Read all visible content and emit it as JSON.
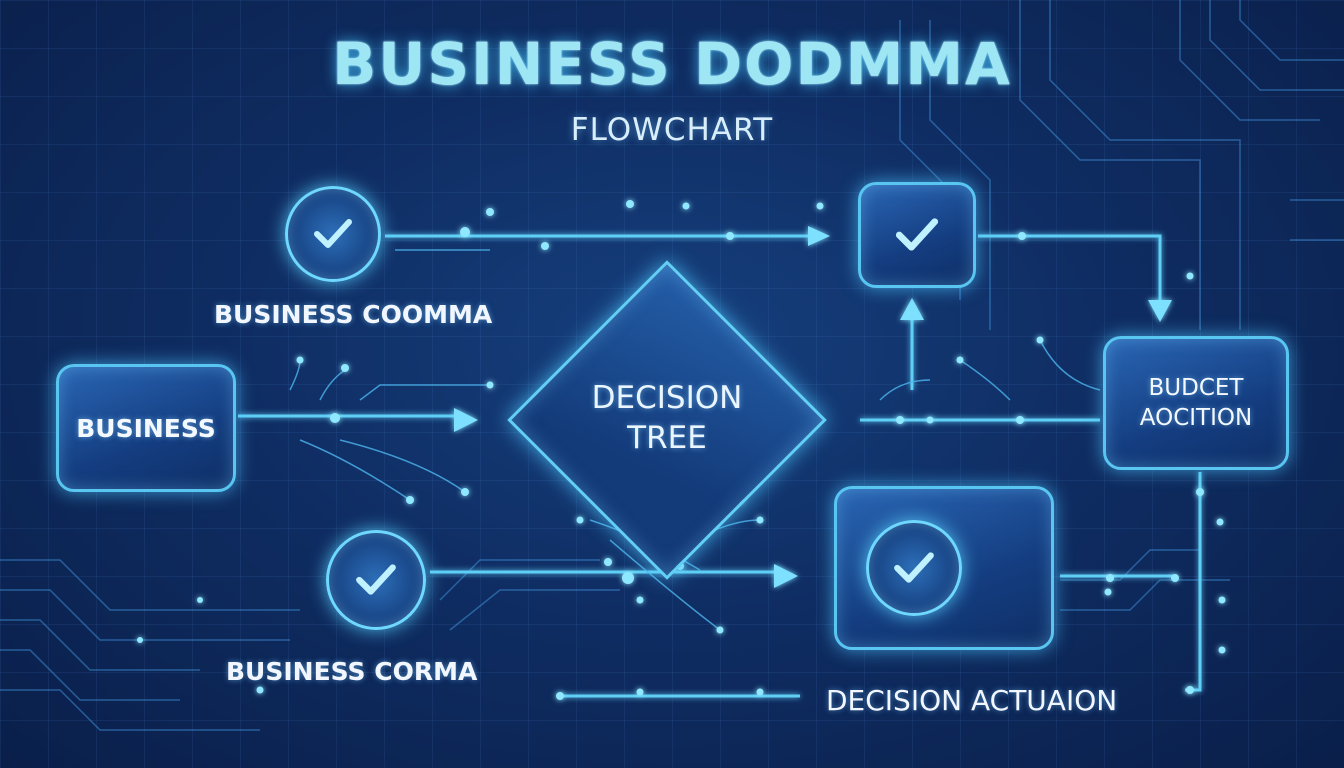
{
  "header": {
    "title": "BUSINESS DODMMA",
    "subtitle": "FLOWCHART"
  },
  "nodes": {
    "business_coomma": {
      "label": "BUSINESS COOMMA",
      "icon": "checkmark-icon"
    },
    "business": {
      "label": "BUSINESS"
    },
    "business_corma": {
      "label": "BUSINESS CORMA",
      "icon": "checkmark-icon"
    },
    "decision_tree": {
      "line1": "DECISION",
      "line2": "TREE"
    },
    "top_check": {
      "icon": "checkmark-icon"
    },
    "budget": {
      "line1": "BUDCET",
      "line2": "AOCITION"
    },
    "decision_actuaion": {
      "label": "DECISION ACTUAION",
      "icon": "checkmark-icon"
    }
  },
  "colors": {
    "accent": "#59c6f2",
    "glow": "#6fd8ff",
    "background": "#0f2d63",
    "text": "#f2f7ff"
  }
}
